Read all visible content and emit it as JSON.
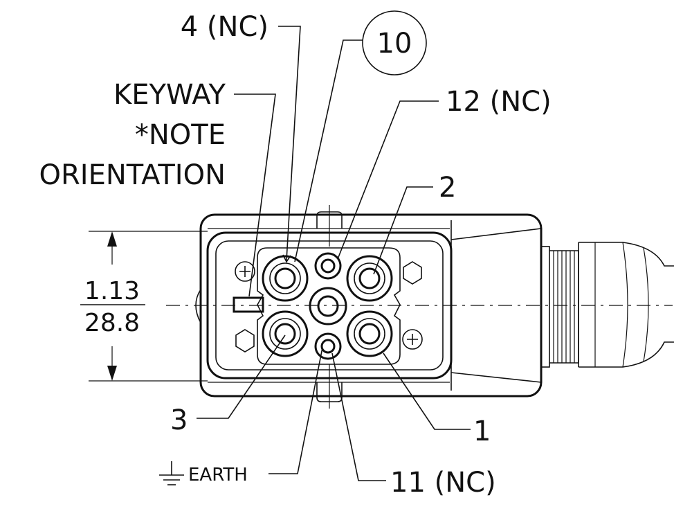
{
  "labels": {
    "pin4": "4 (NC)",
    "pin10": "10",
    "keyway_line1": "KEYWAY",
    "keyway_line2": "*NOTE",
    "keyway_line3": "ORIENTATION",
    "pin12": "12 (NC)",
    "pin2": "2",
    "pin3": "3",
    "pin1": "1",
    "earth": "EARTH",
    "pin11": "11 (NC)"
  },
  "dimension": {
    "inches": "1.13",
    "millimeters": "28.8"
  }
}
